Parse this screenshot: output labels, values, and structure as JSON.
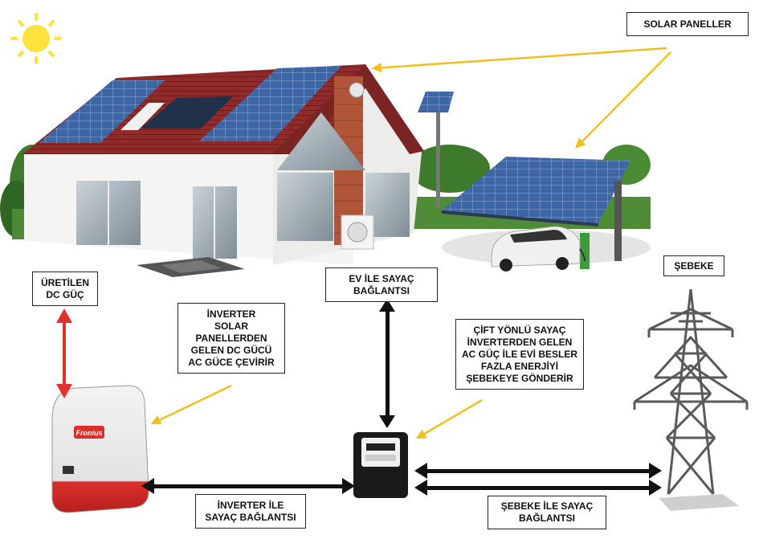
{
  "labels": {
    "solar_panels": [
      "SOLAR PANELLER"
    ],
    "generated_dc": [
      "ÜRETİLEN",
      "DC GÜÇ"
    ],
    "inverter_desc": [
      "İNVERTER",
      "SOLAR",
      "PANELLERDEN",
      "GELEN DC GÜCÜ",
      "AC GÜCE ÇEVİRİR"
    ],
    "house_meter": [
      "EV İLE SAYAÇ",
      "BAĞLANTSI"
    ],
    "bidirectional_meter": [
      "ÇİFT YÖNLÜ SAYAÇ",
      "İNVERTERDEN GELEN",
      "AC GÜÇ İLE EVİ BESLER",
      "FAZLA ENERJİYİ",
      "ŞEBEKEYE GÖNDERİR"
    ],
    "grid": [
      "ŞEBEKE"
    ],
    "inverter_meter": [
      "İNVERTER İLE",
      "SAYAÇ BAĞLANTSI"
    ],
    "grid_meter": [
      "ŞEBEKE İLE SAYAÇ",
      "BAĞLANTSI"
    ]
  },
  "inverter_brand": "Fronius",
  "colors": {
    "pointer_arrow": "#f2be1d",
    "dc_arrow": "#e03030",
    "connection_arrow": "#111111",
    "sun": "#fde23b",
    "roof": "#8b2a2a",
    "panel": "#3a5f9a"
  }
}
